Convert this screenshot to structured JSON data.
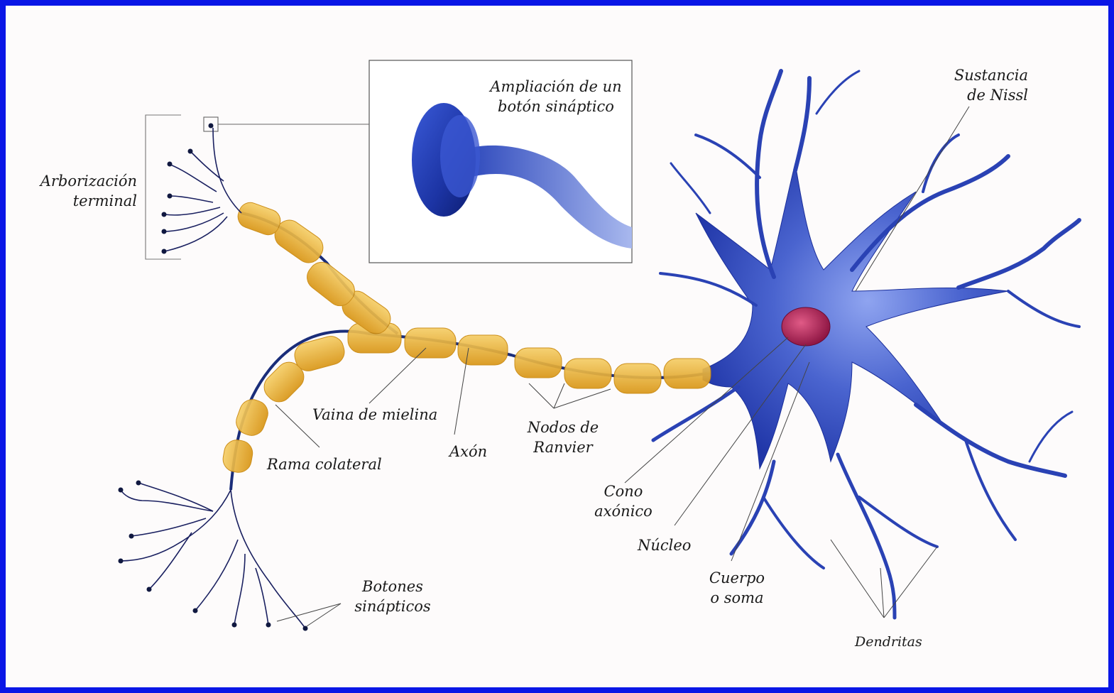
{
  "colors": {
    "border": "#0a16e6",
    "neuron_blue": "#2b45b8",
    "myelin": "#f0b030",
    "nucleus": "#b0205a",
    "leader_lines": "#444444"
  },
  "labels": {
    "inset_caption": [
      "Ampliación de un",
      "botón sináptico"
    ],
    "terminal_arborization": [
      "Arborización",
      "terminal"
    ],
    "nissl": [
      "Sustancia",
      "de Nissl"
    ],
    "myelin_sheath": "Vaina de mielina",
    "axon": "Axón",
    "ranvier_nodes": [
      "Nodos de",
      "Ranvier"
    ],
    "collateral_branch": "Rama colateral",
    "axon_hillock": [
      "Cono",
      "axónico"
    ],
    "nucleus": "Núcleo",
    "soma": [
      "Cuerpo",
      "o soma"
    ],
    "synaptic_buttons": [
      "Botones",
      "sinápticos"
    ],
    "dendrites": "Dendritas"
  }
}
